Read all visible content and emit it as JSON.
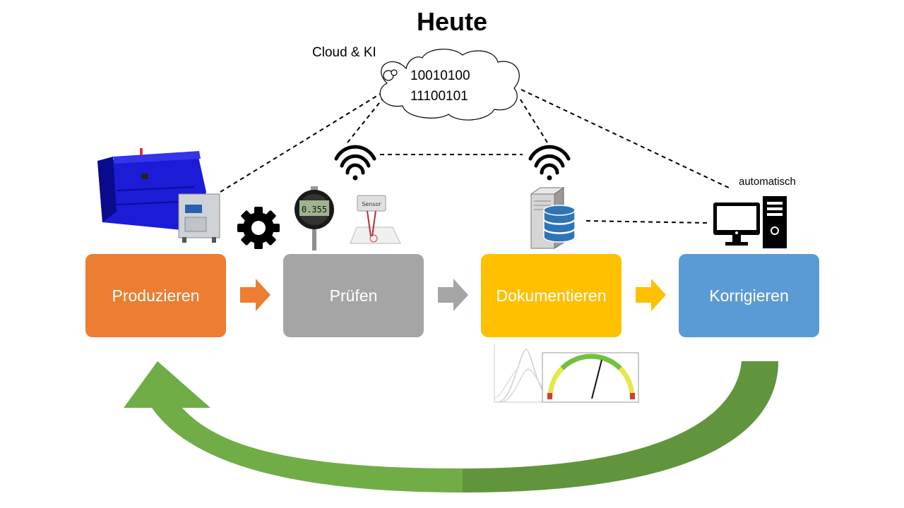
{
  "title": "Heute",
  "cloud": {
    "label": "Cloud & KI",
    "binary_line_1": "10010100",
    "binary_line_2": "11100101"
  },
  "steps": [
    {
      "label": "Produzieren",
      "color": "#ed7d31"
    },
    {
      "label": "Prüfen",
      "color": "#a5a5a5"
    },
    {
      "label": "Dokumentieren",
      "color": "#ffc000"
    },
    {
      "label": "Korrigieren",
      "color": "#5b9bd5"
    }
  ],
  "computer_label": "automatisch",
  "sensor_label": "Sensor",
  "gauge_reading": "0.355",
  "feedback_arrow_color": "#70ad47"
}
